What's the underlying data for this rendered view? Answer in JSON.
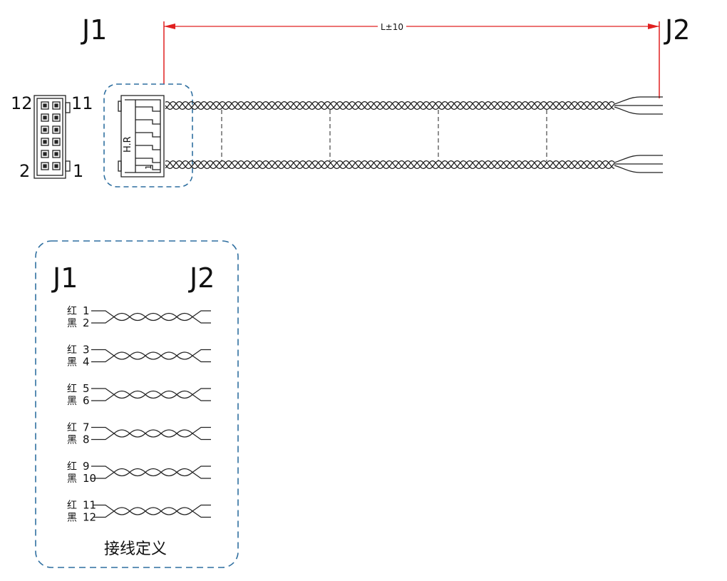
{
  "connectors": {
    "j1": "J1",
    "j2": "J2"
  },
  "dimension": {
    "text": "L±10",
    "color": "#e02020"
  },
  "pin_labels": {
    "top_left": "12",
    "top_right": "11",
    "bottom_left": "2",
    "bottom_right": "1"
  },
  "housing_mark": {
    "brand": "H.R",
    "pin1": "1"
  },
  "legend": {
    "j1": "J1",
    "j2": "J2",
    "caption": "接线定义",
    "caption_color": "#2a7fc1",
    "pairs": [
      {
        "a_color": "红",
        "a_pin": "1",
        "b_color": "黑",
        "b_pin": "2"
      },
      {
        "a_color": "红",
        "a_pin": "3",
        "b_color": "黑",
        "b_pin": "4"
      },
      {
        "a_color": "红",
        "a_pin": "5",
        "b_color": "黑",
        "b_pin": "6"
      },
      {
        "a_color": "红",
        "a_pin": "7",
        "b_color": "黑",
        "b_pin": "8"
      },
      {
        "a_color": "红",
        "a_pin": "9",
        "b_color": "黑",
        "b_pin": "10"
      },
      {
        "a_color": "红",
        "a_pin": "11",
        "b_color": "黑",
        "b_pin": "12"
      }
    ]
  },
  "colors": {
    "line": "#222222",
    "dash_blue": "#2f6fa0"
  }
}
